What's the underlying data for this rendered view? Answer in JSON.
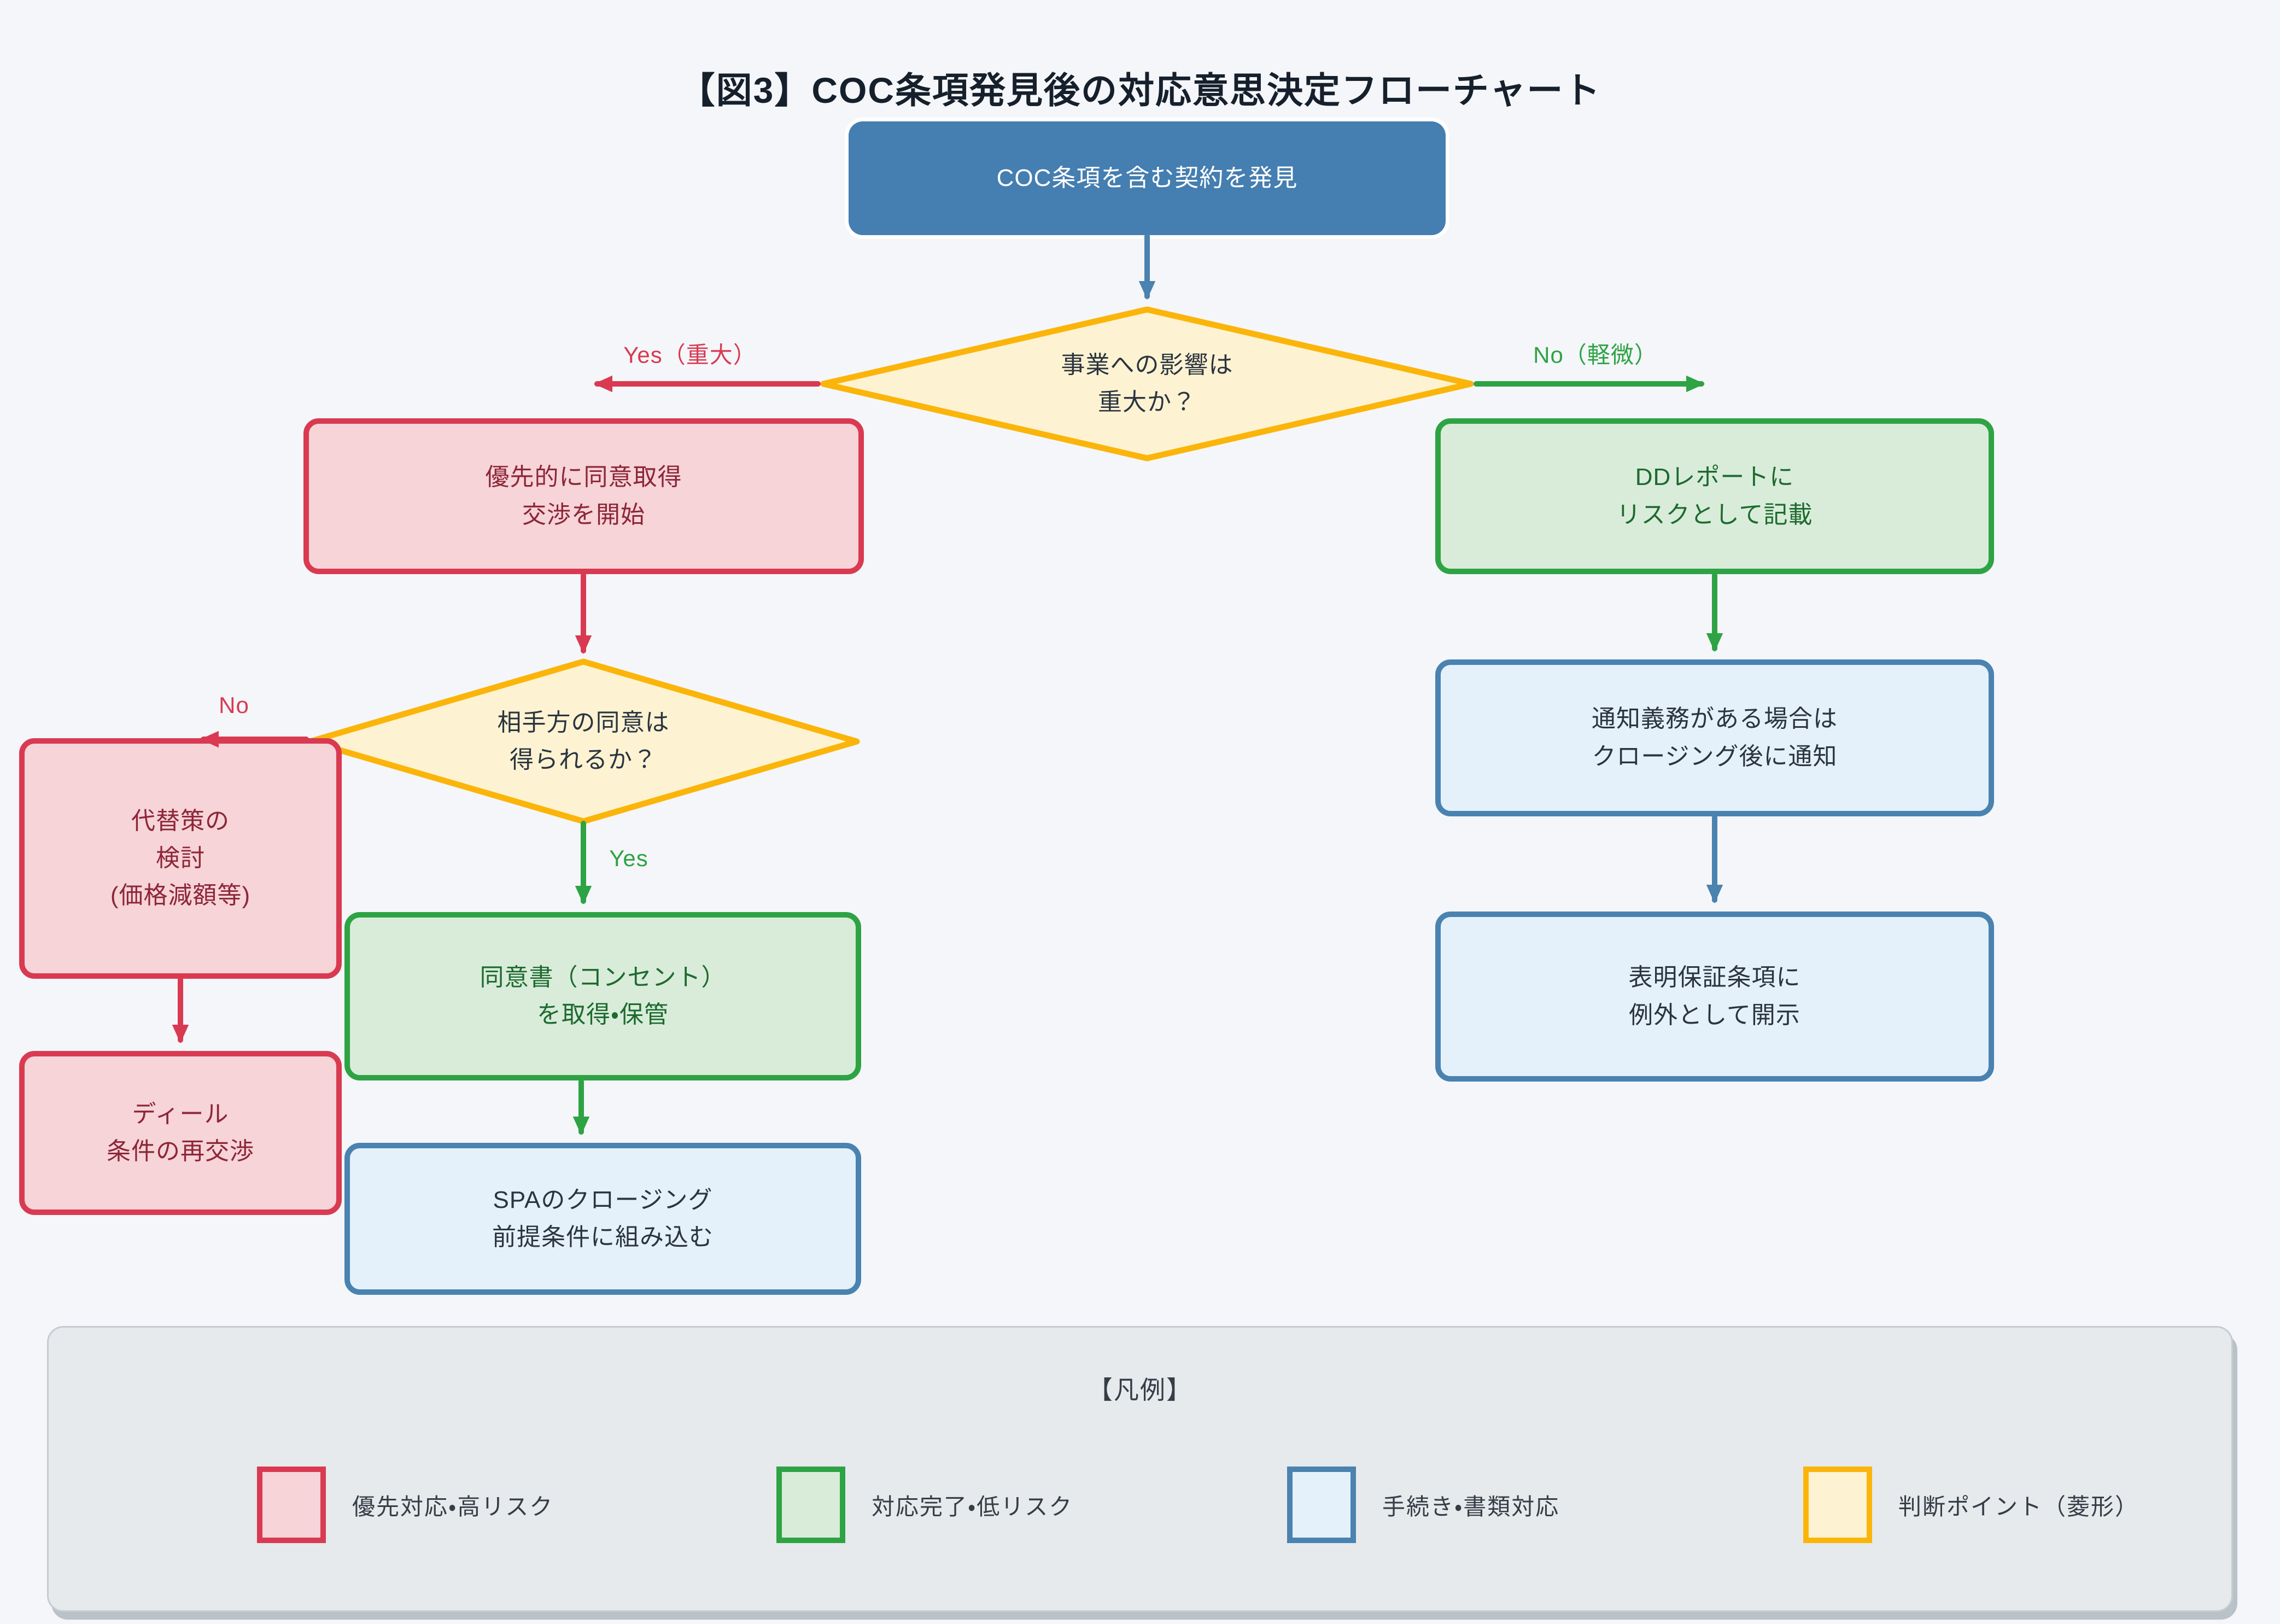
{
  "palette": {
    "bg": "#f4f6f9",
    "ink": "#16202c",
    "text_dark": "#2b3440",
    "red": "#d93a52",
    "red_fill": "#f6d4d8",
    "red_text": "#8e2638",
    "green": "#2ea344",
    "green_fill": "#d9ecd9",
    "green_text": "#1d6a30",
    "blue": "#4a82b0",
    "blue_fill": "#e4f1fb",
    "blue_deep": "#457eb0",
    "yellow": "#fbb50a",
    "yellow_fill": "#fdf3d2",
    "legend_bg": "#e6eaec",
    "legend_border": "#c5ccd2",
    "legend_shadow": "#b9c1c9",
    "legend_text": "#363d47"
  },
  "title": "【図3】COC条項発見後の対応意思決定フローチャート",
  "nodes": {
    "start": {
      "label": "COC条項を含む契約を発見"
    },
    "impact_decision": {
      "label": "事業への影響は\n重大か？"
    },
    "priority": {
      "label": "優先的に同意取得\n交渉を開始"
    },
    "dd_report": {
      "label": "DDレポートに\nリスクとして記載"
    },
    "consent_decision": {
      "label": "相手方の同意は\n得られるか？"
    },
    "alternative": {
      "label": "代替策の\n検討\n(価格減額等)"
    },
    "consent": {
      "label": "同意書（コンセント）\nを取得・保管"
    },
    "renegotiate": {
      "label": "ディール\n条件の再交渉"
    },
    "spa": {
      "label": "SPAのクロージング\n前提条件に組み込む"
    },
    "notify": {
      "label": "通知義務がある場合は\nクロージング後に通知"
    },
    "disclose": {
      "label": "表明保証条項に\n例外として開示"
    }
  },
  "edge_labels": {
    "yes_major": "Yes（重大）",
    "no_minor": "No（軽微）",
    "no": "No",
    "yes": "Yes"
  },
  "legend": {
    "title": "【凡例】",
    "items": [
      {
        "label": "優先対応・高リスク",
        "type": "red"
      },
      {
        "label": "対応完了・低リスク",
        "type": "green"
      },
      {
        "label": "手続き・書類対応",
        "type": "blue"
      },
      {
        "label": "判断ポイント（菱形）",
        "type": "yellow"
      }
    ]
  }
}
